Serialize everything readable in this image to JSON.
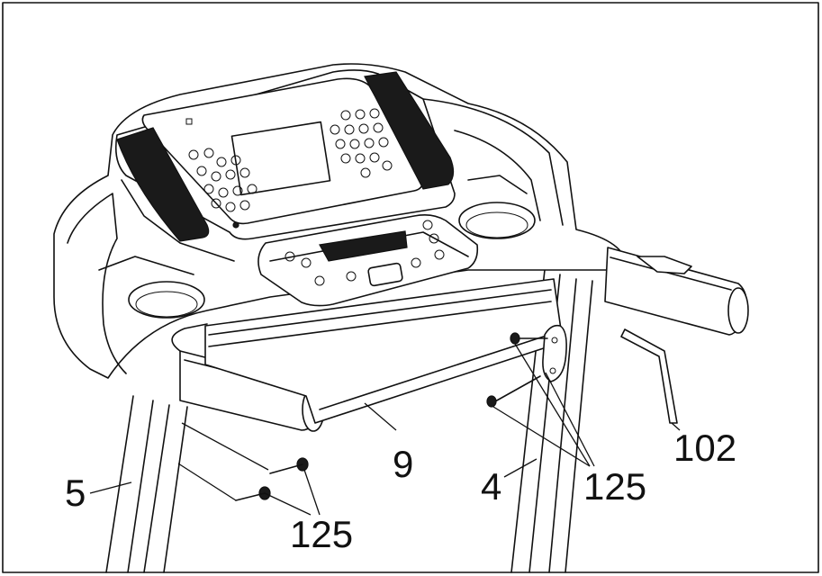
{
  "labels": {
    "handrail_left": "5",
    "crossbar": "9",
    "handrail_right": "4",
    "bolts_right": "125",
    "bolts_left": "125",
    "allen_key": "102"
  }
}
